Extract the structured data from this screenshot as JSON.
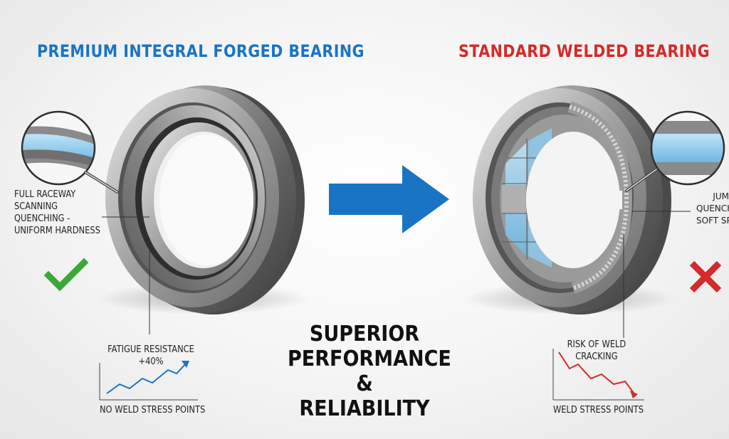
{
  "left": {
    "title": "PREMIUM INTEGRAL FORGED BEARING",
    "title_color": "#1a74c4",
    "callout_lines": [
      "FULL RACEWAY",
      "SCANNING",
      "QUENCHING -",
      "UNIFORM HARDNESS"
    ],
    "metric_lines": [
      "FATIGUE RESISTANCE",
      "+40%"
    ],
    "trend_caption": "NO WELD STRESS POINTS",
    "status_icon": "check-icon",
    "status_color": "#3aa935"
  },
  "right": {
    "title": "STANDARD WELDED BEARING",
    "title_color": "#d42a2a",
    "callout_lines": [
      "JUM",
      "QUENCH",
      "SOFT SP"
    ],
    "risk_lines": [
      "RISK OF WELD",
      "CRACKING"
    ],
    "trend_caption": "WELD STRESS POINTS",
    "status_icon": "cross-icon",
    "status_color": "#d42a2a"
  },
  "center": {
    "lines": [
      "SUPERIOR",
      "PERFORMANCE &",
      "RELIABILITY"
    ],
    "arrow_icon": "arrow-right-icon",
    "arrow_color": "#1a74c4"
  }
}
